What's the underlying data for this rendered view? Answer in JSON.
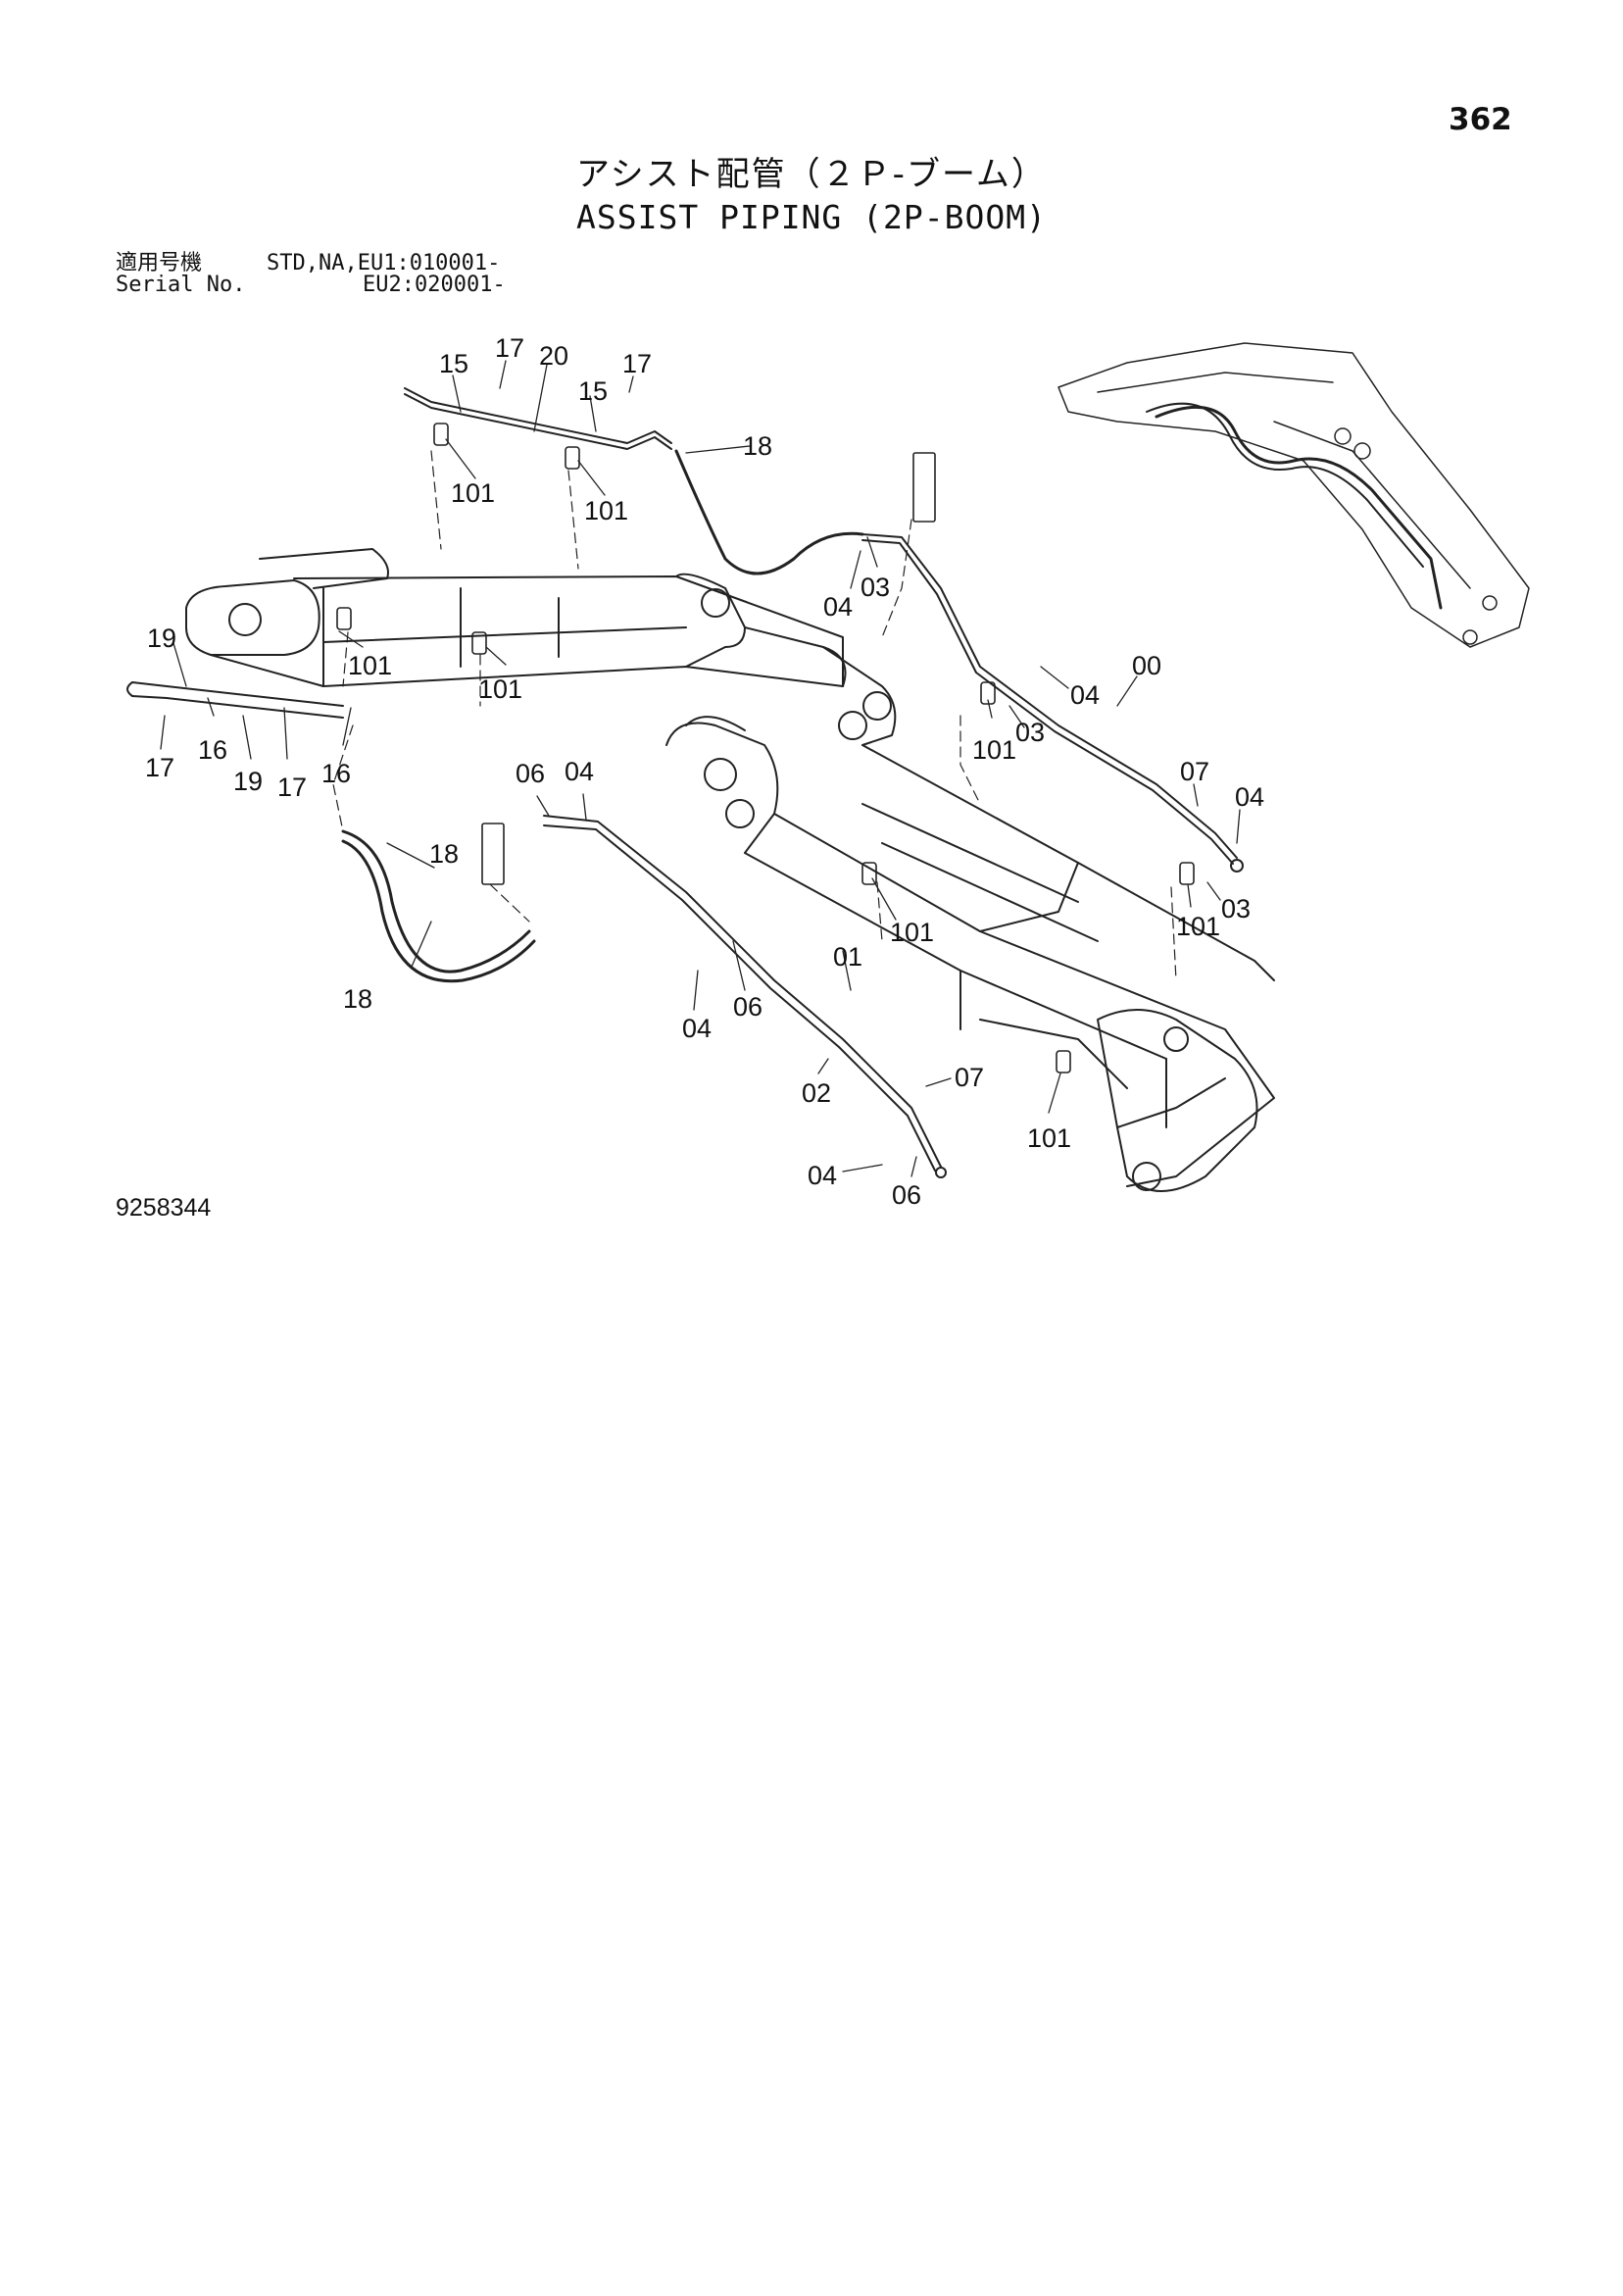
{
  "page_number": "362",
  "title_jp": "アシスト配管（２Ｐ-ブーム）",
  "title_en": "ASSIST PIPING (2P-BOOM)",
  "applicability": {
    "label_jp": "適用号機",
    "label_en": "Serial No.",
    "line1": "STD,NA,EU1:010001-",
    "line2": "EU2:020001-"
  },
  "figure_number": "9258344",
  "callouts": [
    "15",
    "17",
    "20",
    "15",
    "17",
    "18",
    "101",
    "101",
    "04",
    "03",
    "19",
    "101",
    "101",
    "16",
    "17",
    "19",
    "17",
    "16",
    "04",
    "00",
    "101",
    "03",
    "07",
    "04",
    "06",
    "04",
    "18",
    "101",
    "101",
    "03",
    "18",
    "01",
    "04",
    "06",
    "07",
    "02",
    "101",
    "04",
    "06"
  ]
}
